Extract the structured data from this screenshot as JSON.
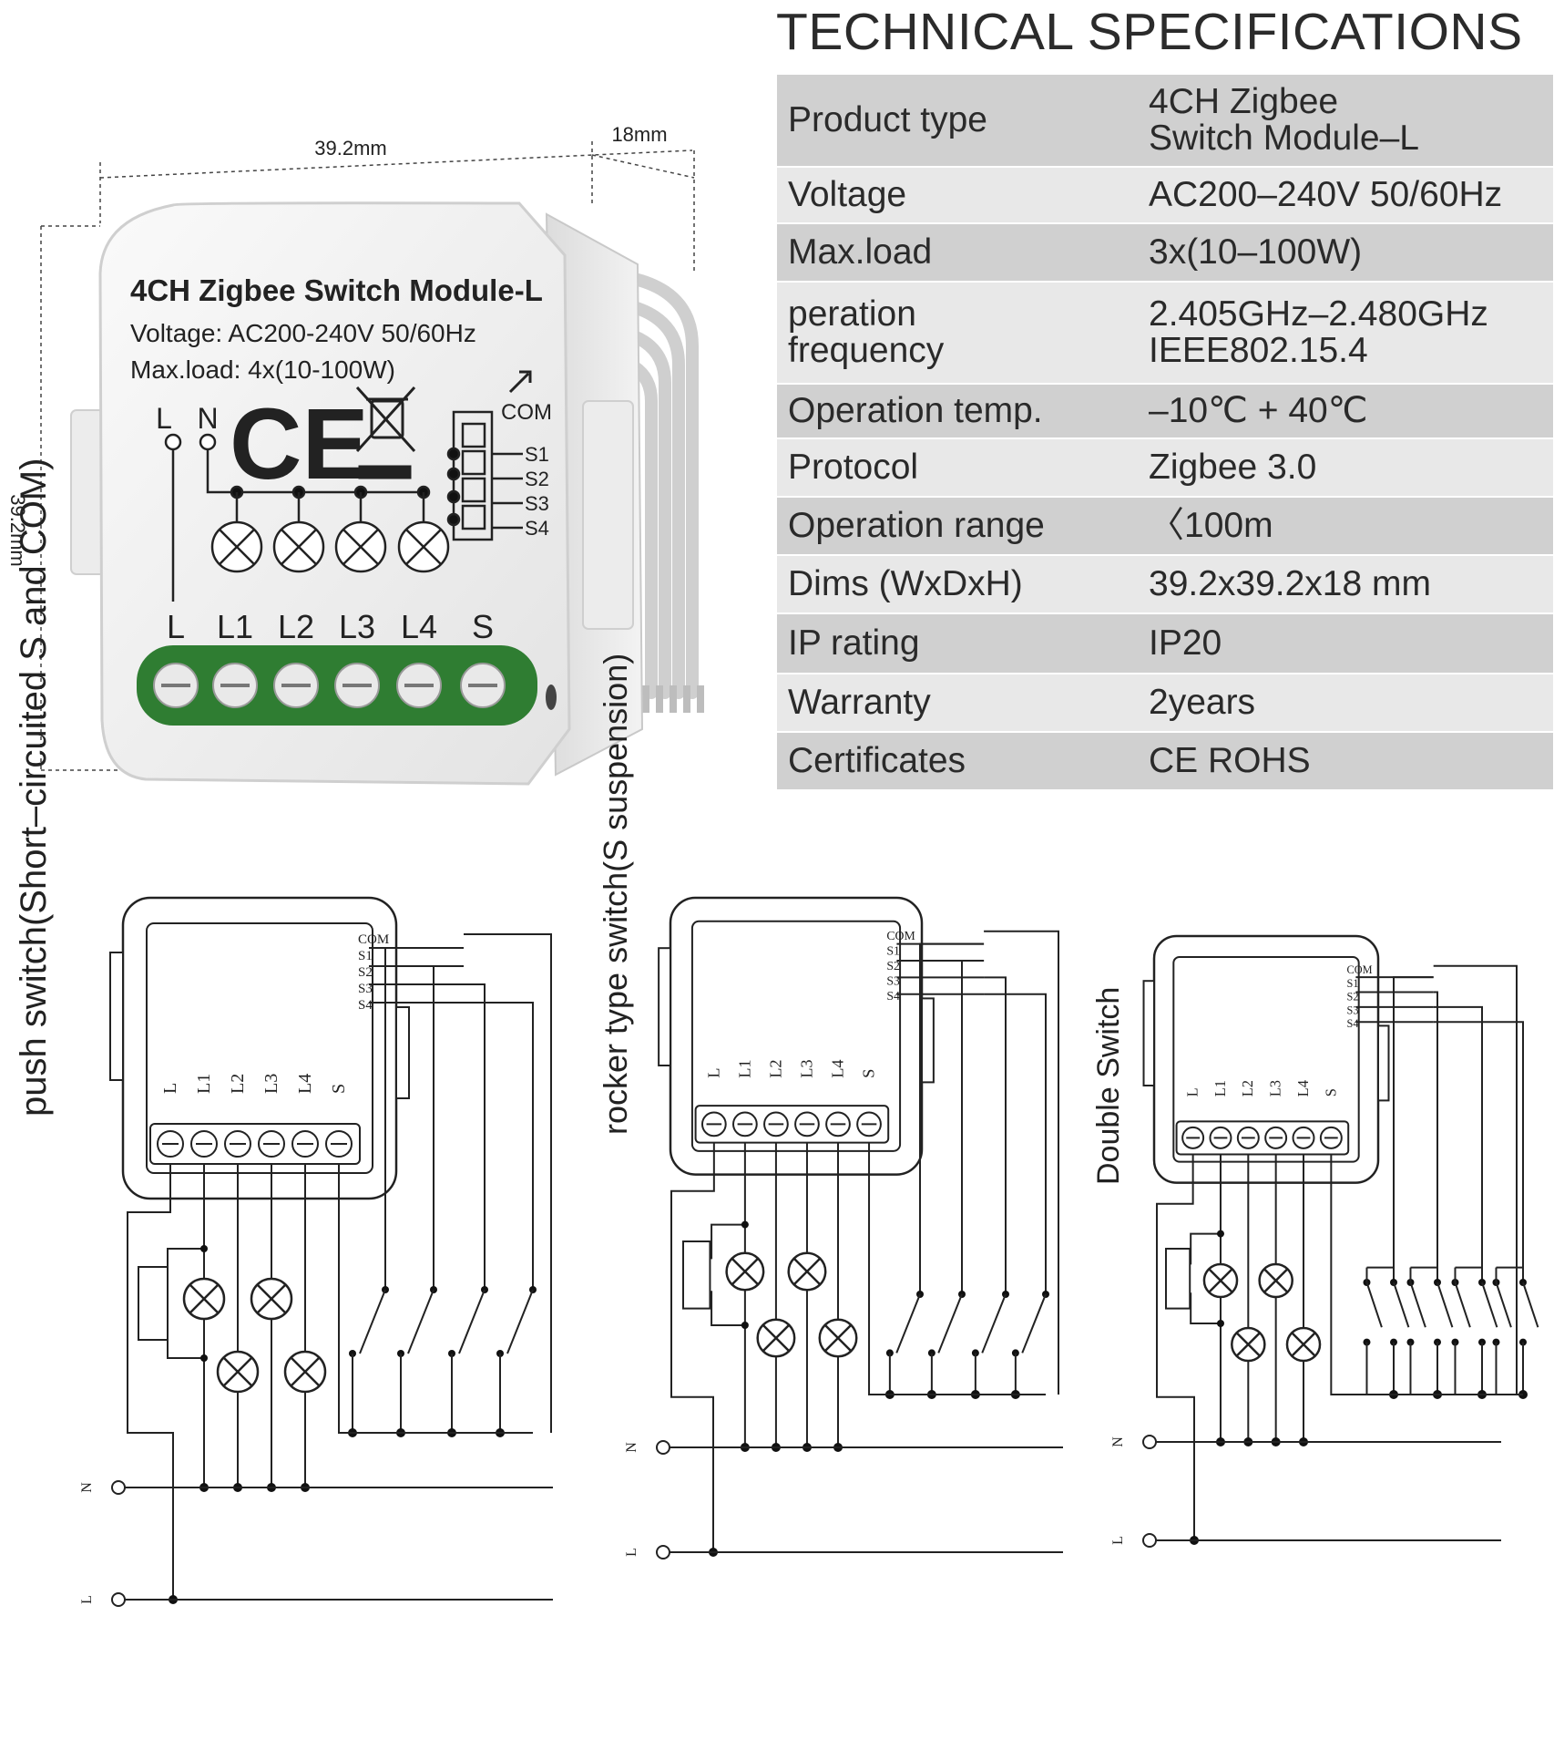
{
  "spec": {
    "title": "TECHNICAL SPECIFICATIONS",
    "rows": [
      {
        "label": "Product type",
        "value": "4CH Zigbee\nSwitch Module–L"
      },
      {
        "label": "Voltage",
        "value": "AC200–240V 50/60Hz"
      },
      {
        "label": "Max.load",
        "value": "3x(10–100W)"
      },
      {
        "label": "peration\nfrequency",
        "value": "2.405GHz–2.480GHz\nIEEE802.15.4"
      },
      {
        "label": "Operation temp.",
        "value": "–10℃ + 40℃"
      },
      {
        "label": "Protocol",
        "value": "Zigbee  3.0"
      },
      {
        "label": "Operation range",
        "value": "〈100m"
      },
      {
        "label": "Dims (WxDxH)",
        "value": "39.2x39.2x18 mm"
      },
      {
        "label": "IP rating",
        "value": "IP20"
      },
      {
        "label": "Warranty",
        "value": "2years"
      },
      {
        "label": "Certificates",
        "value": "CE ROHS"
      }
    ]
  },
  "module": {
    "dim_width": "39.2mm",
    "dim_depth": "18mm",
    "dim_height": "39.2mm",
    "name": "4CH Zigbee Switch Module-L",
    "voltage": "Voltage: AC200-240V 50/60Hz",
    "maxload": "Max.load: 4x(10-100W)",
    "ce_mark": "CE",
    "left_L": "L",
    "left_N": "N",
    "com": "COM",
    "s_labels": [
      "S1",
      "S2",
      "S3",
      "S4"
    ],
    "terminals": [
      "L",
      "L1",
      "L2",
      "L3",
      "L4",
      "S"
    ]
  },
  "wiring": {
    "diagrams": [
      {
        "caption": "push switch(Short–circuited S and COM)"
      },
      {
        "caption": "rocker type switch(S suspension)"
      },
      {
        "caption": "Double Switch"
      }
    ],
    "com_s": [
      "COM",
      "S1",
      "S2",
      "S3",
      "S4"
    ],
    "terminals": [
      "L",
      "L1",
      "L2",
      "L3",
      "L4",
      "S"
    ],
    "line_N": "N",
    "line_L": "L"
  }
}
